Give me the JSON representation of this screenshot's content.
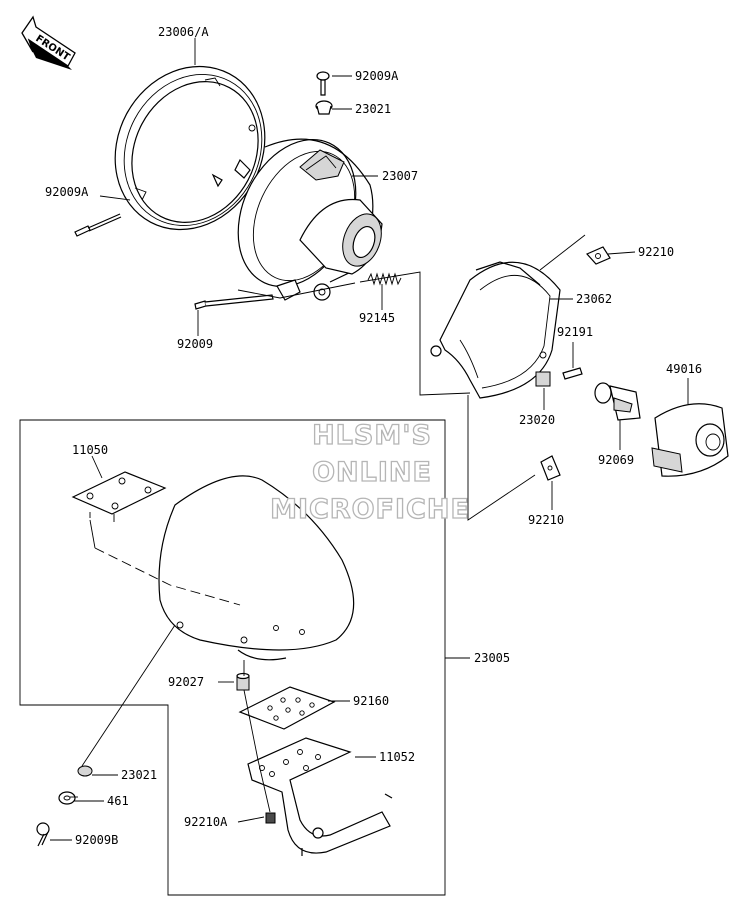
{
  "diagram": {
    "front_arrow_label": "FRONT",
    "watermark": [
      "HLSM'S",
      "ONLINE",
      "MICROFICHE"
    ],
    "parts": {
      "p23006A": "23006/A",
      "p92009A_top": "92009A",
      "p23021_top": "23021",
      "p23007": "23007",
      "p92009A_left": "92009A",
      "p92210_top": "92210",
      "p92145": "92145",
      "p23062": "23062",
      "p92009": "92009",
      "p92191": "92191",
      "p49016": "49016",
      "p23020": "23020",
      "p92069": "92069",
      "p11050": "11050",
      "p92210_mid": "92210",
      "p23005": "23005",
      "p92027": "92027",
      "p92160": "92160",
      "p11052": "11052",
      "p23021_bottom": "23021",
      "p461": "461",
      "p92210A": "92210A",
      "p92009B": "92009B"
    }
  }
}
